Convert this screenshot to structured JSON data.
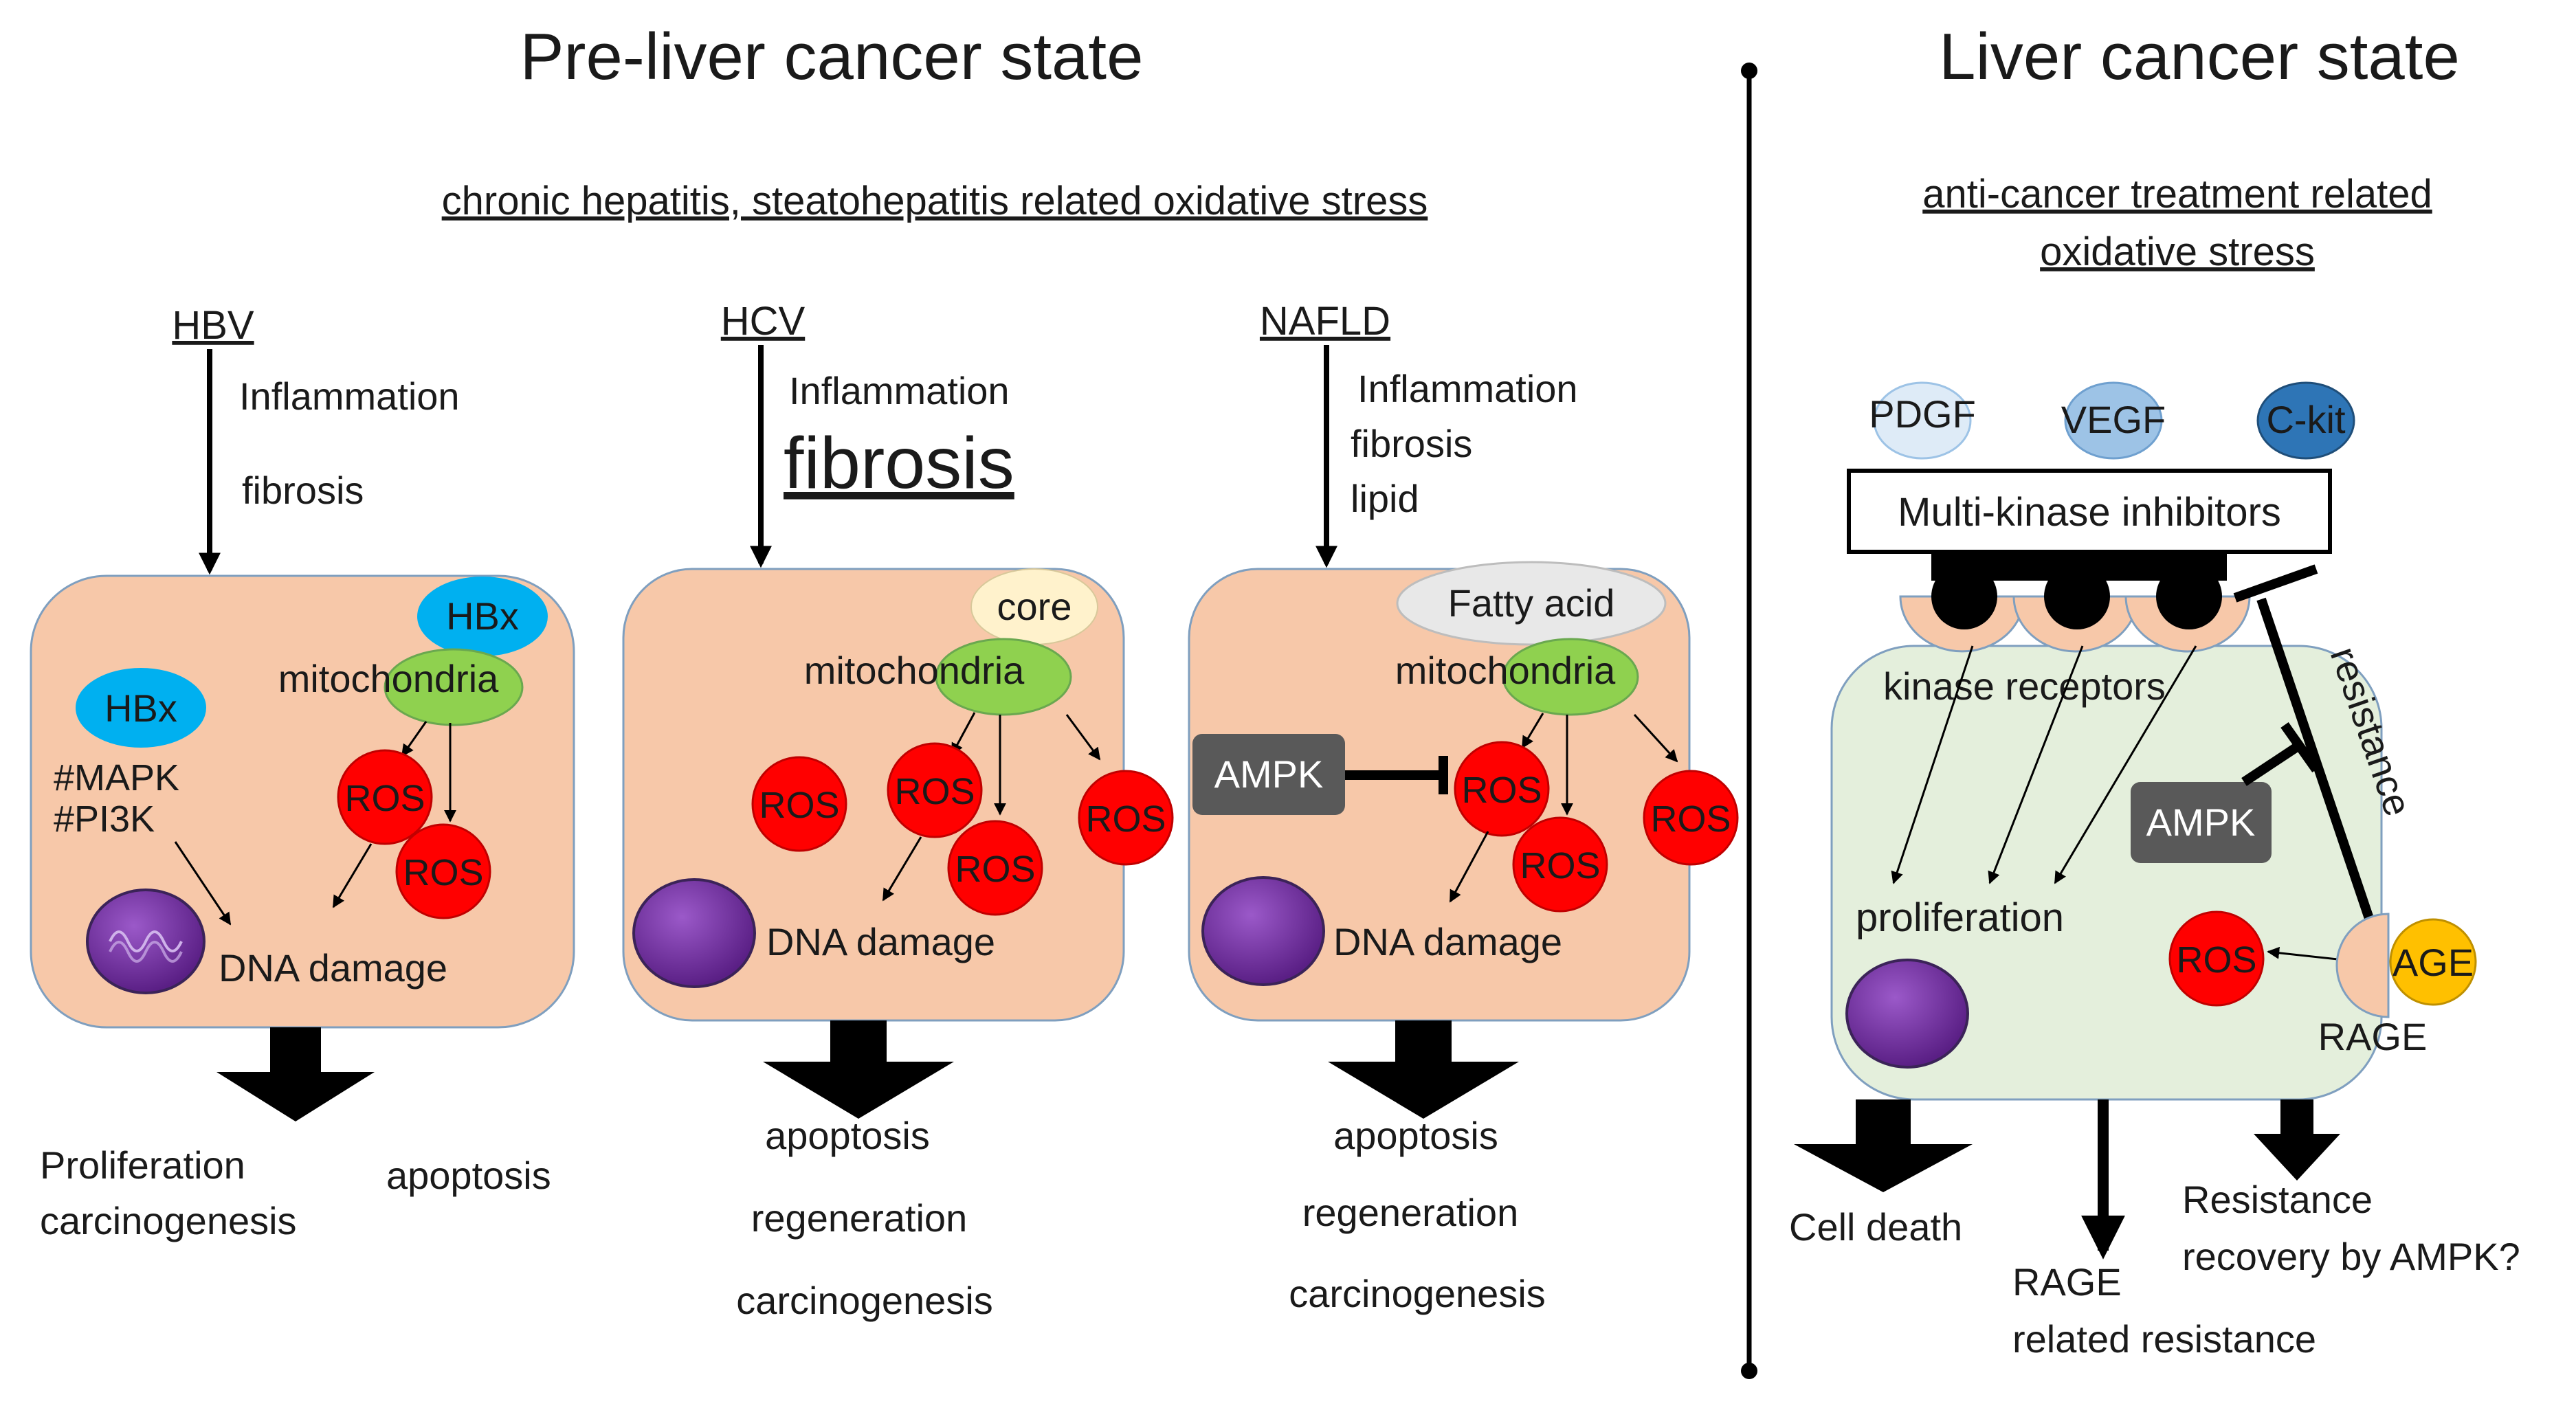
{
  "titles": {
    "pre": "Pre-liver cancer state",
    "cancer": "Liver cancer state"
  },
  "pre_subtitle": "chronic hepatitis, steatohepatitis related oxidative stress",
  "cancer_subtitle": [
    "anti-cancer treatment related",
    "oxidative stress"
  ],
  "hbv": {
    "label": "HBV",
    "effects": [
      "Inflammation",
      "fibrosis"
    ],
    "hbx_top": "HBx",
    "hbx_left": "HBx",
    "pathways": [
      "#MAPK",
      "#PI3K"
    ],
    "organelle": "mitochondria",
    "ros": [
      "ROS",
      "ROS"
    ],
    "damage": "DNA damage",
    "outcomes": [
      "Proliferation",
      "carcinogenesis",
      "apoptosis"
    ]
  },
  "hcv": {
    "label": "HCV",
    "effects": [
      "Inflammation",
      "fibrosis"
    ],
    "core": "core",
    "organelle": "mitochondria",
    "ros": [
      "ROS",
      "ROS",
      "ROS",
      "ROS"
    ],
    "damage": "DNA damage",
    "outcomes": [
      "apoptosis",
      "regeneration",
      "carcinogenesis"
    ]
  },
  "nafld": {
    "label": "NAFLD",
    "effects": [
      "Inflammation",
      "fibrosis",
      "lipid"
    ],
    "fatty_acid": "Fatty acid",
    "organelle": "mitochondria",
    "ampk": "AMPK",
    "ros": [
      "ROS",
      "ROS",
      "ROS"
    ],
    "damage": "DNA damage",
    "outcomes": [
      "apoptosis",
      "regeneration",
      "carcinogenesis"
    ]
  },
  "cancer": {
    "ligands": [
      "PDGF",
      "VEGF",
      "C-kit"
    ],
    "inhibitor": "Multi-kinase inhibitors",
    "receptors": "kinase receptors",
    "resistance": "resistance",
    "ampk": "AMPK",
    "proliferation": "proliferation",
    "ros": "ROS",
    "age": "AGE",
    "rage": "RAGE",
    "outcomes": {
      "death": "Cell death",
      "rage_resistance": [
        "RAGE",
        "related resistance"
      ],
      "recovery": [
        "Resistance",
        "recovery by AMPK?"
      ]
    }
  },
  "colors": {
    "cell_pre": "#f7c8a9",
    "cell_cancer": "#e4efdc",
    "ros": "#ff0000",
    "mitochondria": "#8fd14f",
    "hbx": "#00b0f0",
    "nucleus": "#7030a0",
    "core": "#fff2cc",
    "fatty_acid": "#e8e8e8",
    "ampk": "#595959",
    "age": "#ffc000",
    "pdgf": "#deebf7",
    "vegf": "#9dc3e6",
    "ckit": "#2e75b6"
  }
}
